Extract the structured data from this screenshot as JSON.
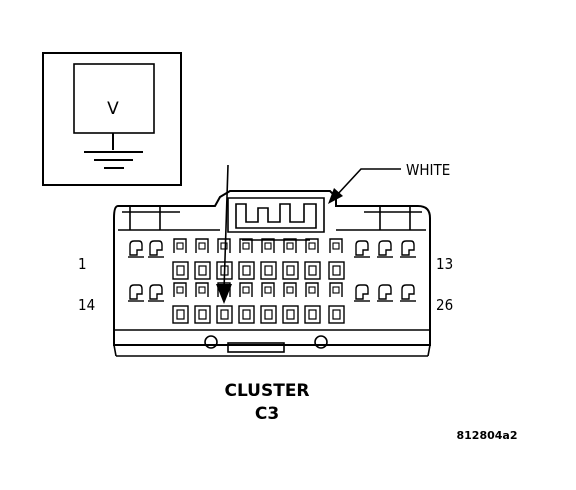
{
  "meter": {
    "symbol": "V"
  },
  "connector": {
    "wire_color_label": "WHITE",
    "pin_labels": {
      "row1_start": "1",
      "row1_end": "13",
      "row2_start": "14",
      "row2_end": "26"
    },
    "name": "CLUSTER",
    "id": "C3"
  },
  "figure_code": "812804a2"
}
